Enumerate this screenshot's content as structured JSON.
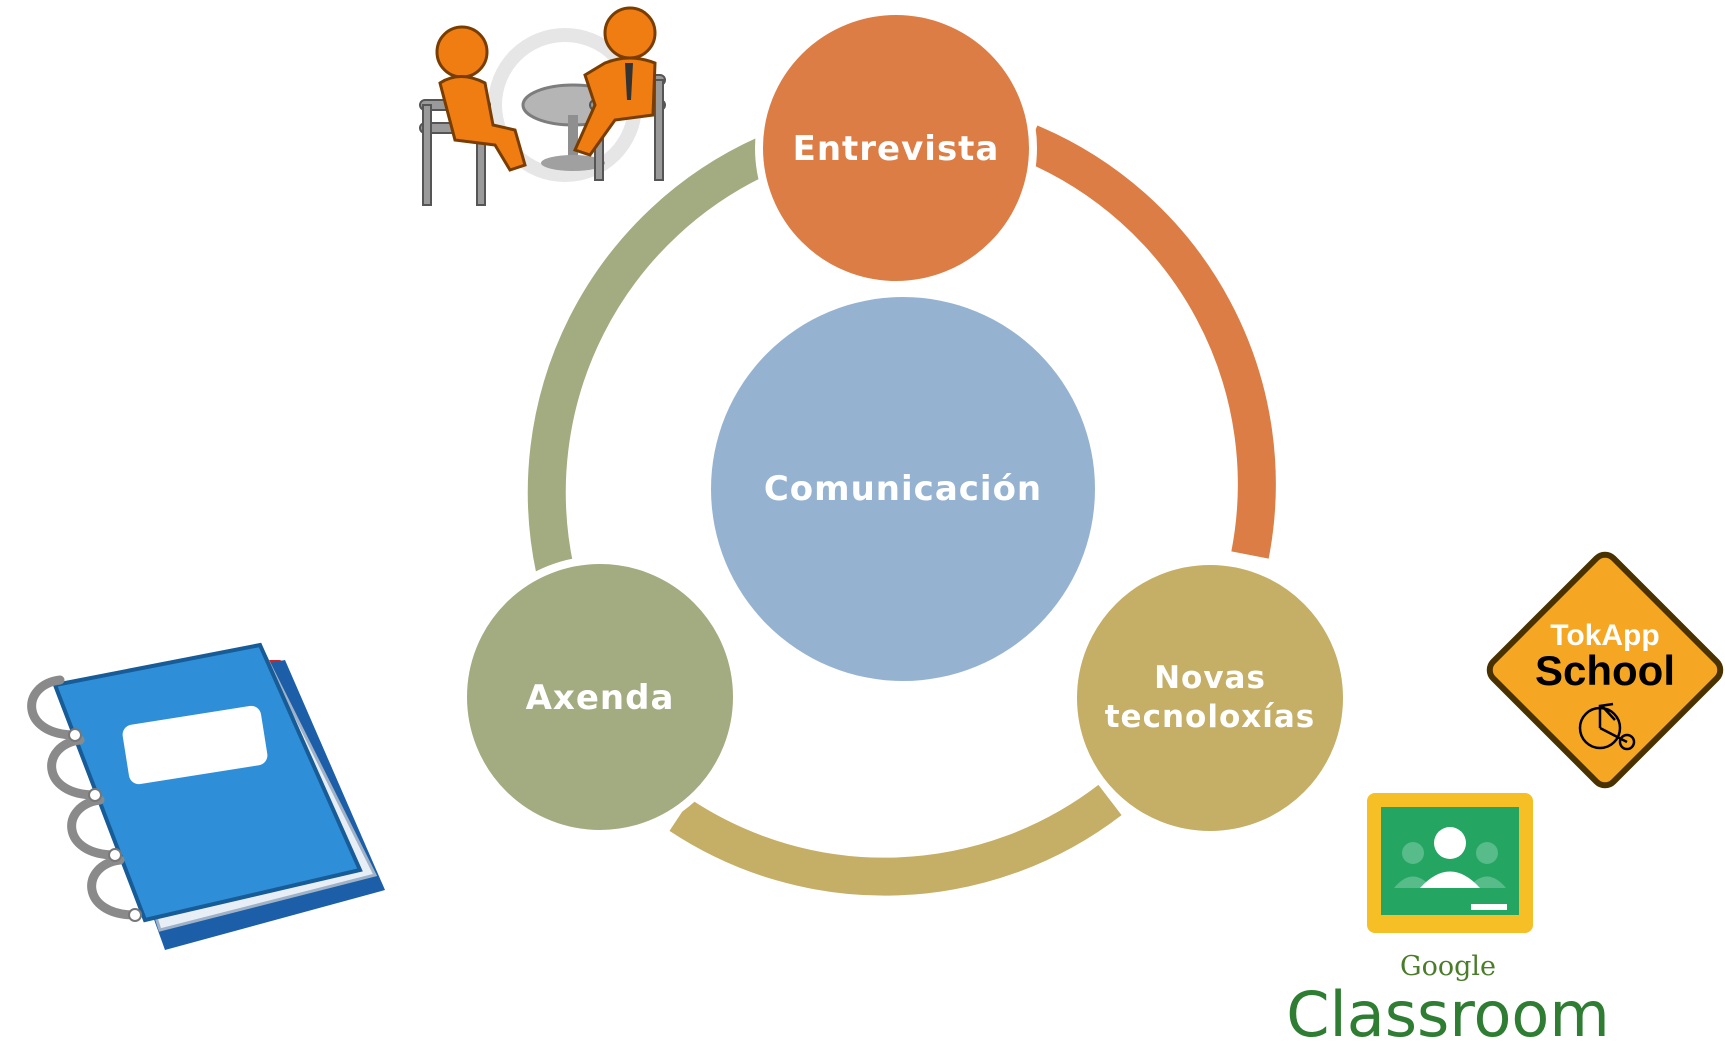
{
  "diagram": {
    "center": {
      "label": "Comunicación",
      "color": "#95b3d1"
    },
    "nodes": [
      {
        "id": "entrevista",
        "label": "Entrevista",
        "color": "#db7d45"
      },
      {
        "id": "novas",
        "label": "Novas tecnoloxías",
        "label_lines": [
          "Novas",
          "tecnoloxías"
        ],
        "color": "#c5ae66"
      },
      {
        "id": "axenda",
        "label": "Axenda",
        "color": "#a3ab80"
      }
    ],
    "arcs": [
      {
        "from": "entrevista",
        "to": "novas",
        "color": "#db7d45"
      },
      {
        "from": "novas",
        "to": "axenda",
        "color": "#c5ae66"
      },
      {
        "from": "axenda",
        "to": "entrevista",
        "color": "#a3ab80"
      }
    ]
  },
  "logos": {
    "tokapp": {
      "line1": "TokApp",
      "line2": "School",
      "color": "#f5a623"
    },
    "classroom": {
      "brand": "Google",
      "product": "Classroom",
      "color": "#2e7d32"
    }
  },
  "icons": [
    "meeting-people-icon",
    "notebook-icon",
    "bicycle-icon",
    "classroom-board-icon"
  ]
}
